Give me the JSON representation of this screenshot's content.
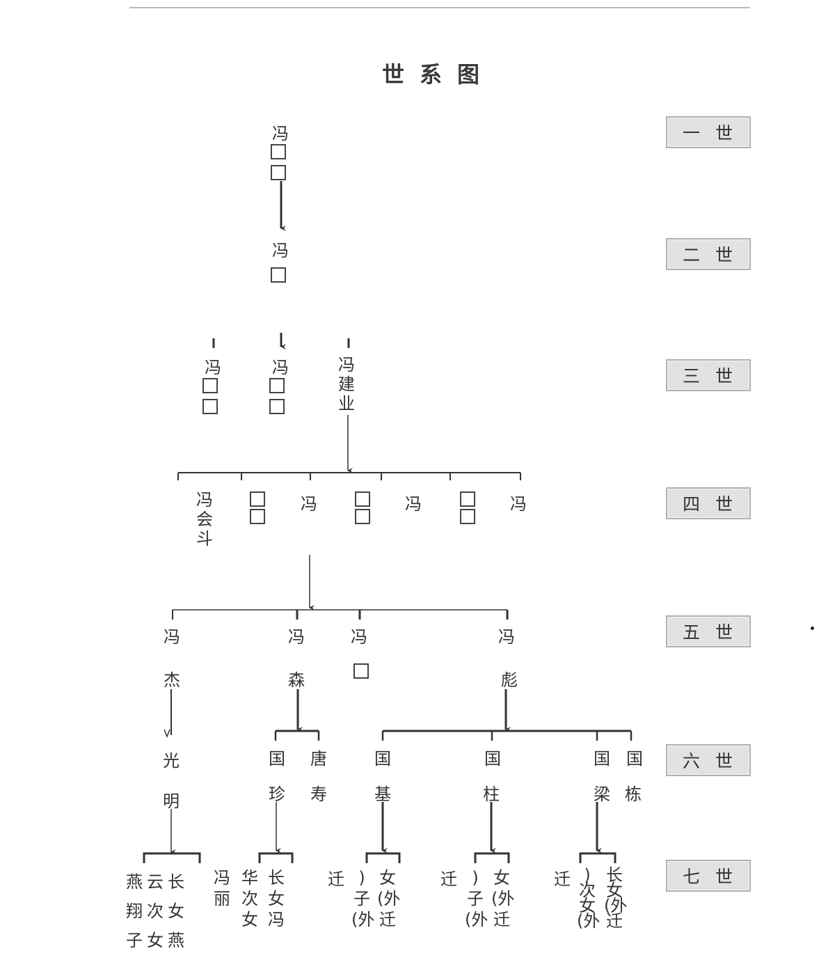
{
  "title": "世系图",
  "generations": [
    "一世",
    "二世",
    "三世",
    "四世",
    "五世",
    "六世",
    "七世"
  ],
  "people": {
    "g1": "冯",
    "g2": "冯",
    "g3a": "冯",
    "g3b": "冯",
    "g3c": "冯建业",
    "g4_a": "冯会斗",
    "g4_c": "冯",
    "g4_e": "冯",
    "g4_g": "冯",
    "g5_a_surname": "冯",
    "g5_a_name": "杰",
    "g5_b_surname": "冯",
    "g5_b_name": "森",
    "g5_c_surname": "冯",
    "g5_d_surname": "冯",
    "g5_d_name": "彪",
    "g6_a1": "光",
    "g6_a2": "明",
    "g6_b1": "国",
    "g6_b2": "珍",
    "g6_c1": "唐",
    "g6_c2": "寿",
    "g6_d1": "国",
    "g6_d2": "基",
    "g6_e1": "国",
    "g6_e2": "柱",
    "g6_f1": "国",
    "g6_f2": "梁",
    "g6_g1": "国",
    "g6_g2": "栋",
    "g7_col1": "长女燕",
    "g7_col2": "云次女",
    "g7_col3": "燕翔子",
    "g7_col4": "冯丽",
    "g7_col5": "长女冯",
    "g7_col6": "华次女",
    "g7_col7": "女(外迁",
    "g7_col8": ")子(外",
    "g7_col9": "迁",
    "g7_col10": "女(外迁",
    "g7_col11": ")子(外",
    "g7_col12": "迁",
    "g7_col13": "长女(外迁",
    "g7_col14": ")次女(外",
    "g7_col15": "迁"
  }
}
